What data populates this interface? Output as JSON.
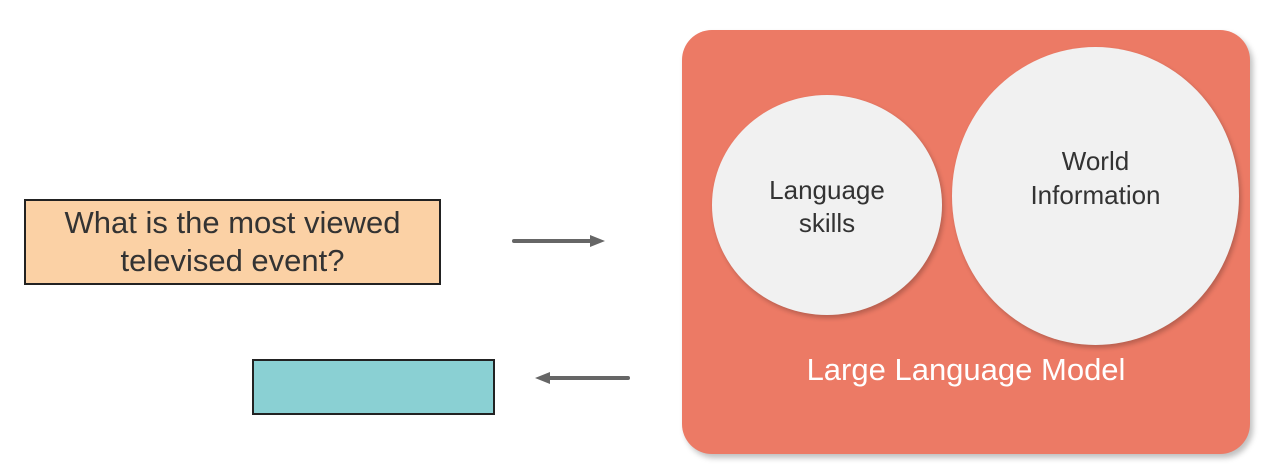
{
  "input": {
    "question": "What is the most viewed televised event?"
  },
  "model": {
    "label": "Large Language Model",
    "circles": [
      {
        "label": "Language skills"
      },
      {
        "label": "World Information"
      }
    ]
  },
  "arrows": {
    "in": "arrow-right-icon",
    "out": "arrow-left-icon"
  },
  "colors": {
    "question_box": "#fbd1a5",
    "answer_box": "#8ad0d3",
    "model_box": "#ec7a65",
    "circle_fill": "#f1f1f1",
    "arrow": "#666666"
  }
}
